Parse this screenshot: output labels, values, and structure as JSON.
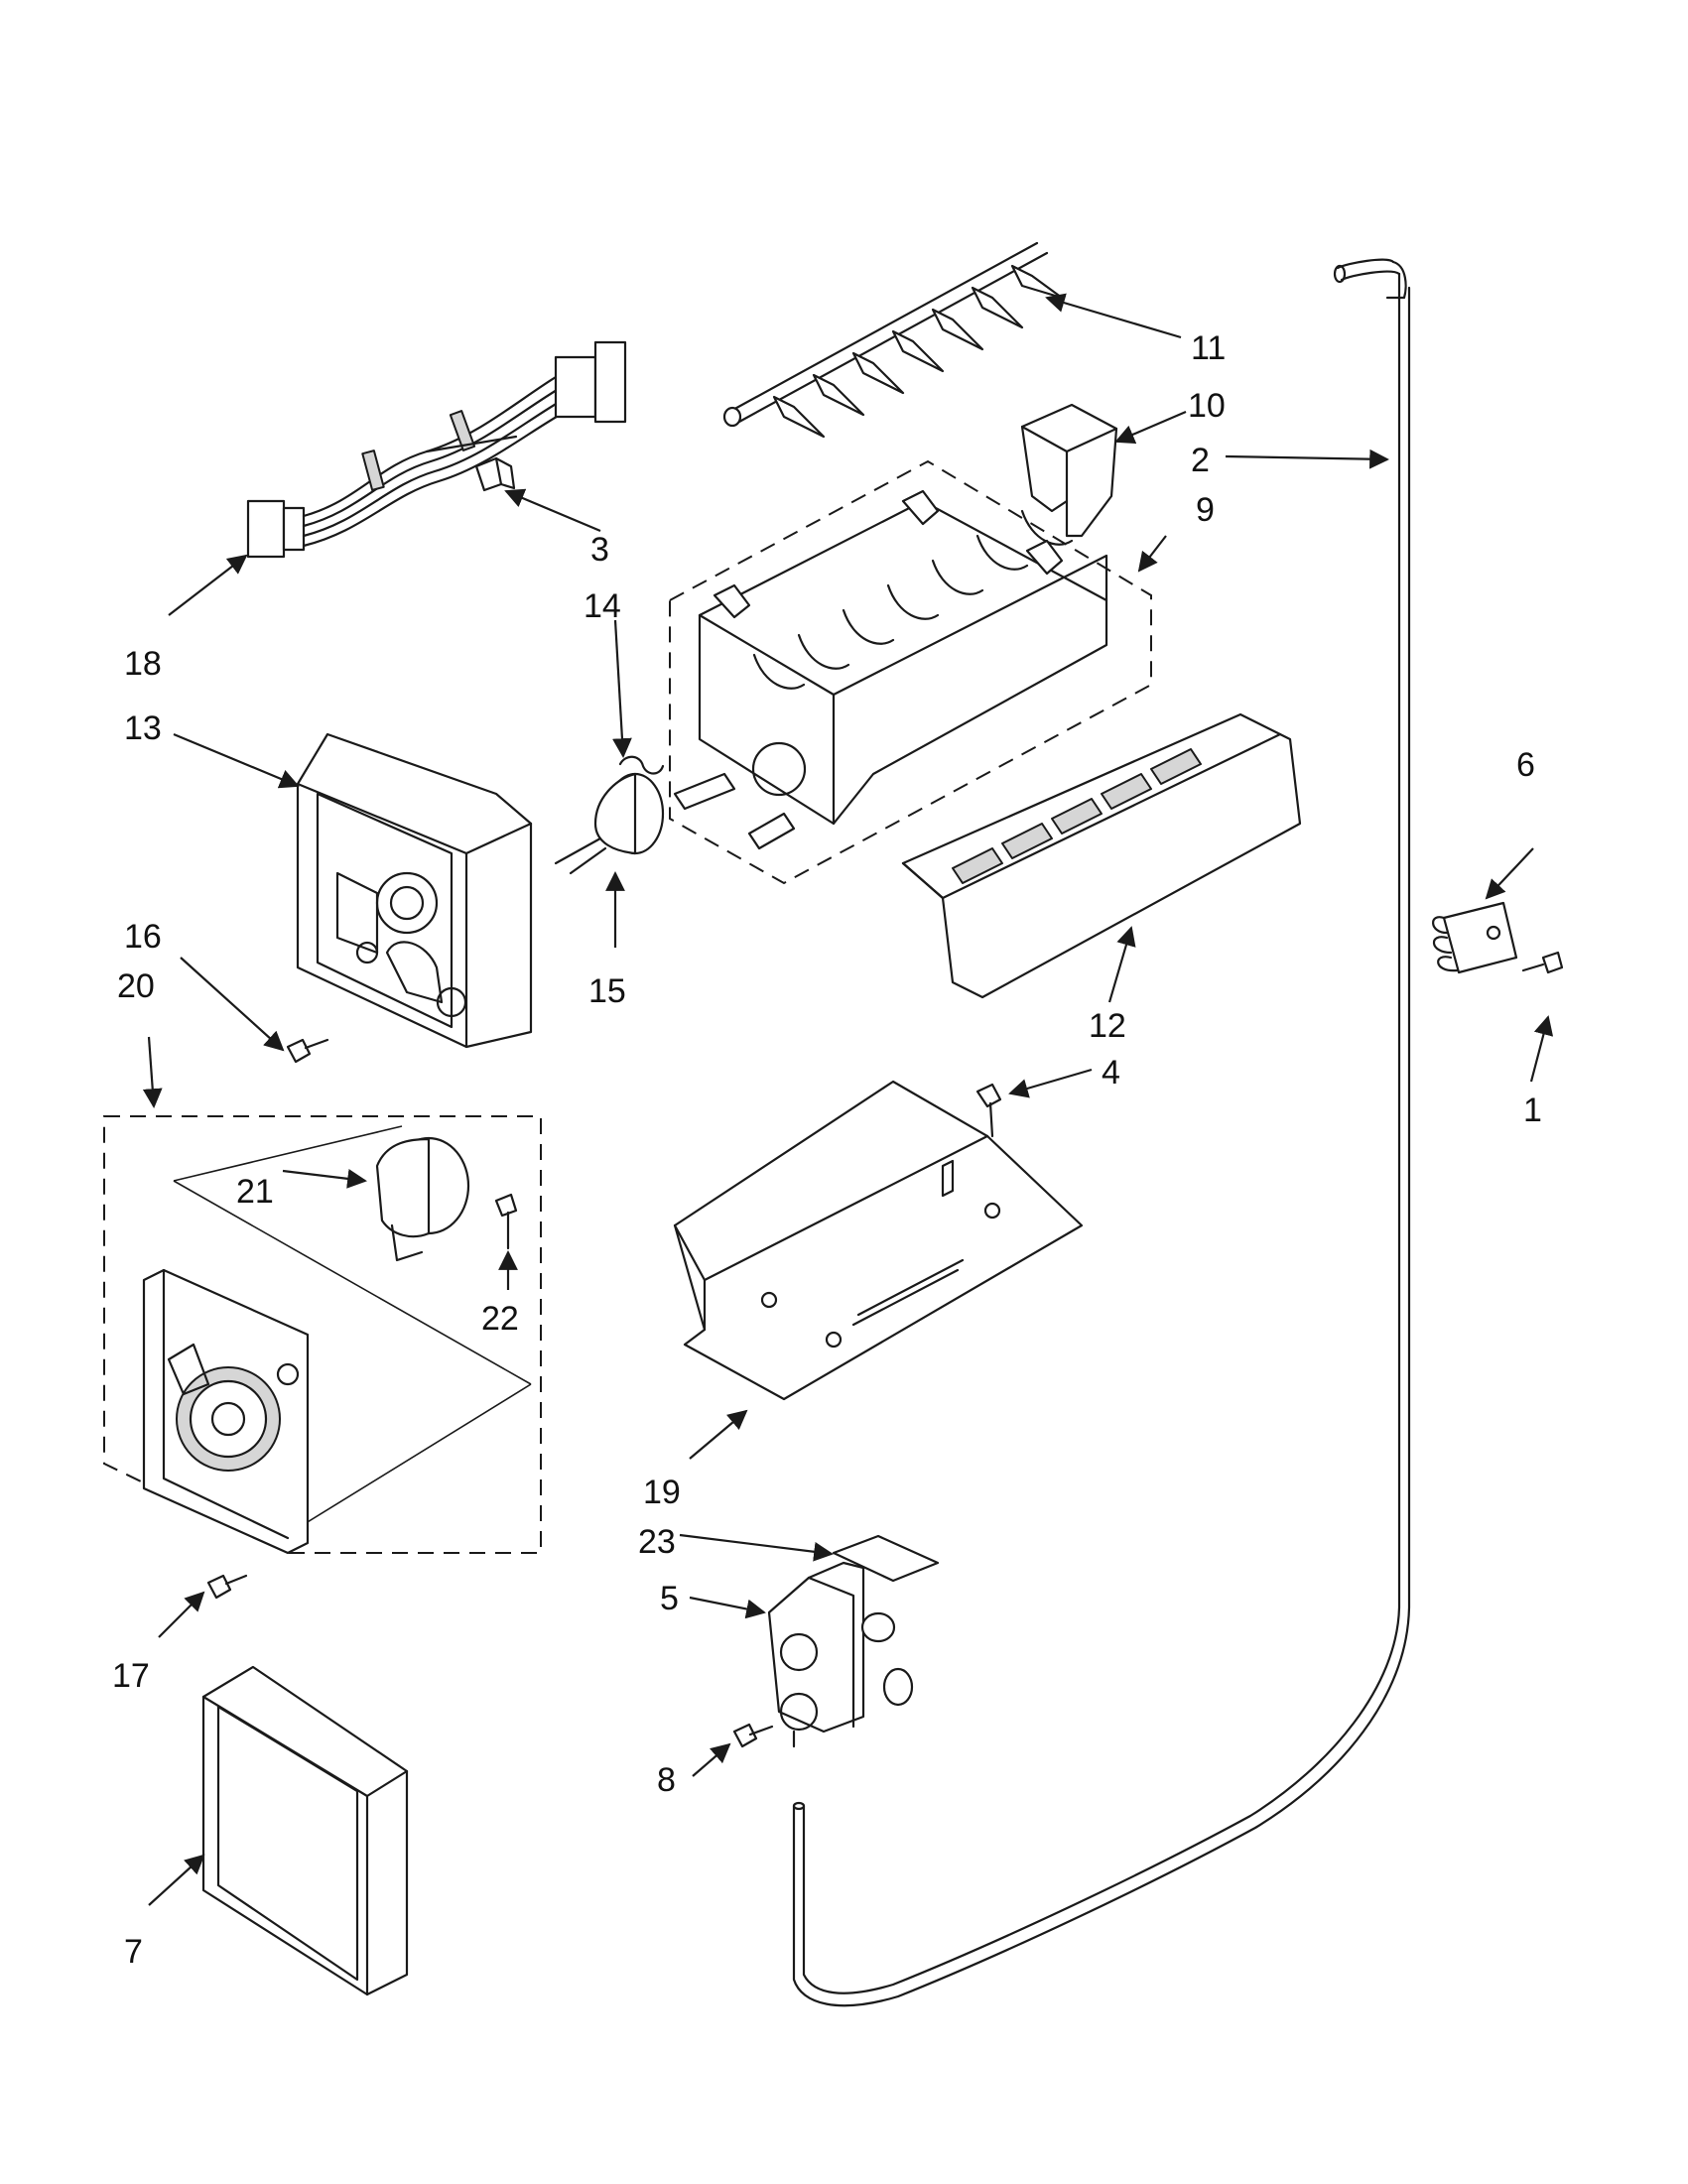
{
  "callouts": [
    {
      "id": "c1",
      "number": "1"
    },
    {
      "id": "c2",
      "number": "2"
    },
    {
      "id": "c3",
      "number": "3"
    },
    {
      "id": "c4",
      "number": "4"
    },
    {
      "id": "c5",
      "number": "5"
    },
    {
      "id": "c6",
      "number": "6"
    },
    {
      "id": "c7",
      "number": "7"
    },
    {
      "id": "c8",
      "number": "8"
    },
    {
      "id": "c9",
      "number": "9"
    },
    {
      "id": "c10",
      "number": "10"
    },
    {
      "id": "c11",
      "number": "11"
    },
    {
      "id": "c12",
      "number": "12"
    },
    {
      "id": "c13",
      "number": "13"
    },
    {
      "id": "c14",
      "number": "14"
    },
    {
      "id": "c15",
      "number": "15"
    },
    {
      "id": "c16",
      "number": "16"
    },
    {
      "id": "c17",
      "number": "17"
    },
    {
      "id": "c18",
      "number": "18"
    },
    {
      "id": "c19",
      "number": "19"
    },
    {
      "id": "c20",
      "number": "20"
    },
    {
      "id": "c21",
      "number": "21"
    },
    {
      "id": "c22",
      "number": "22"
    },
    {
      "id": "c23",
      "number": "23"
    }
  ]
}
